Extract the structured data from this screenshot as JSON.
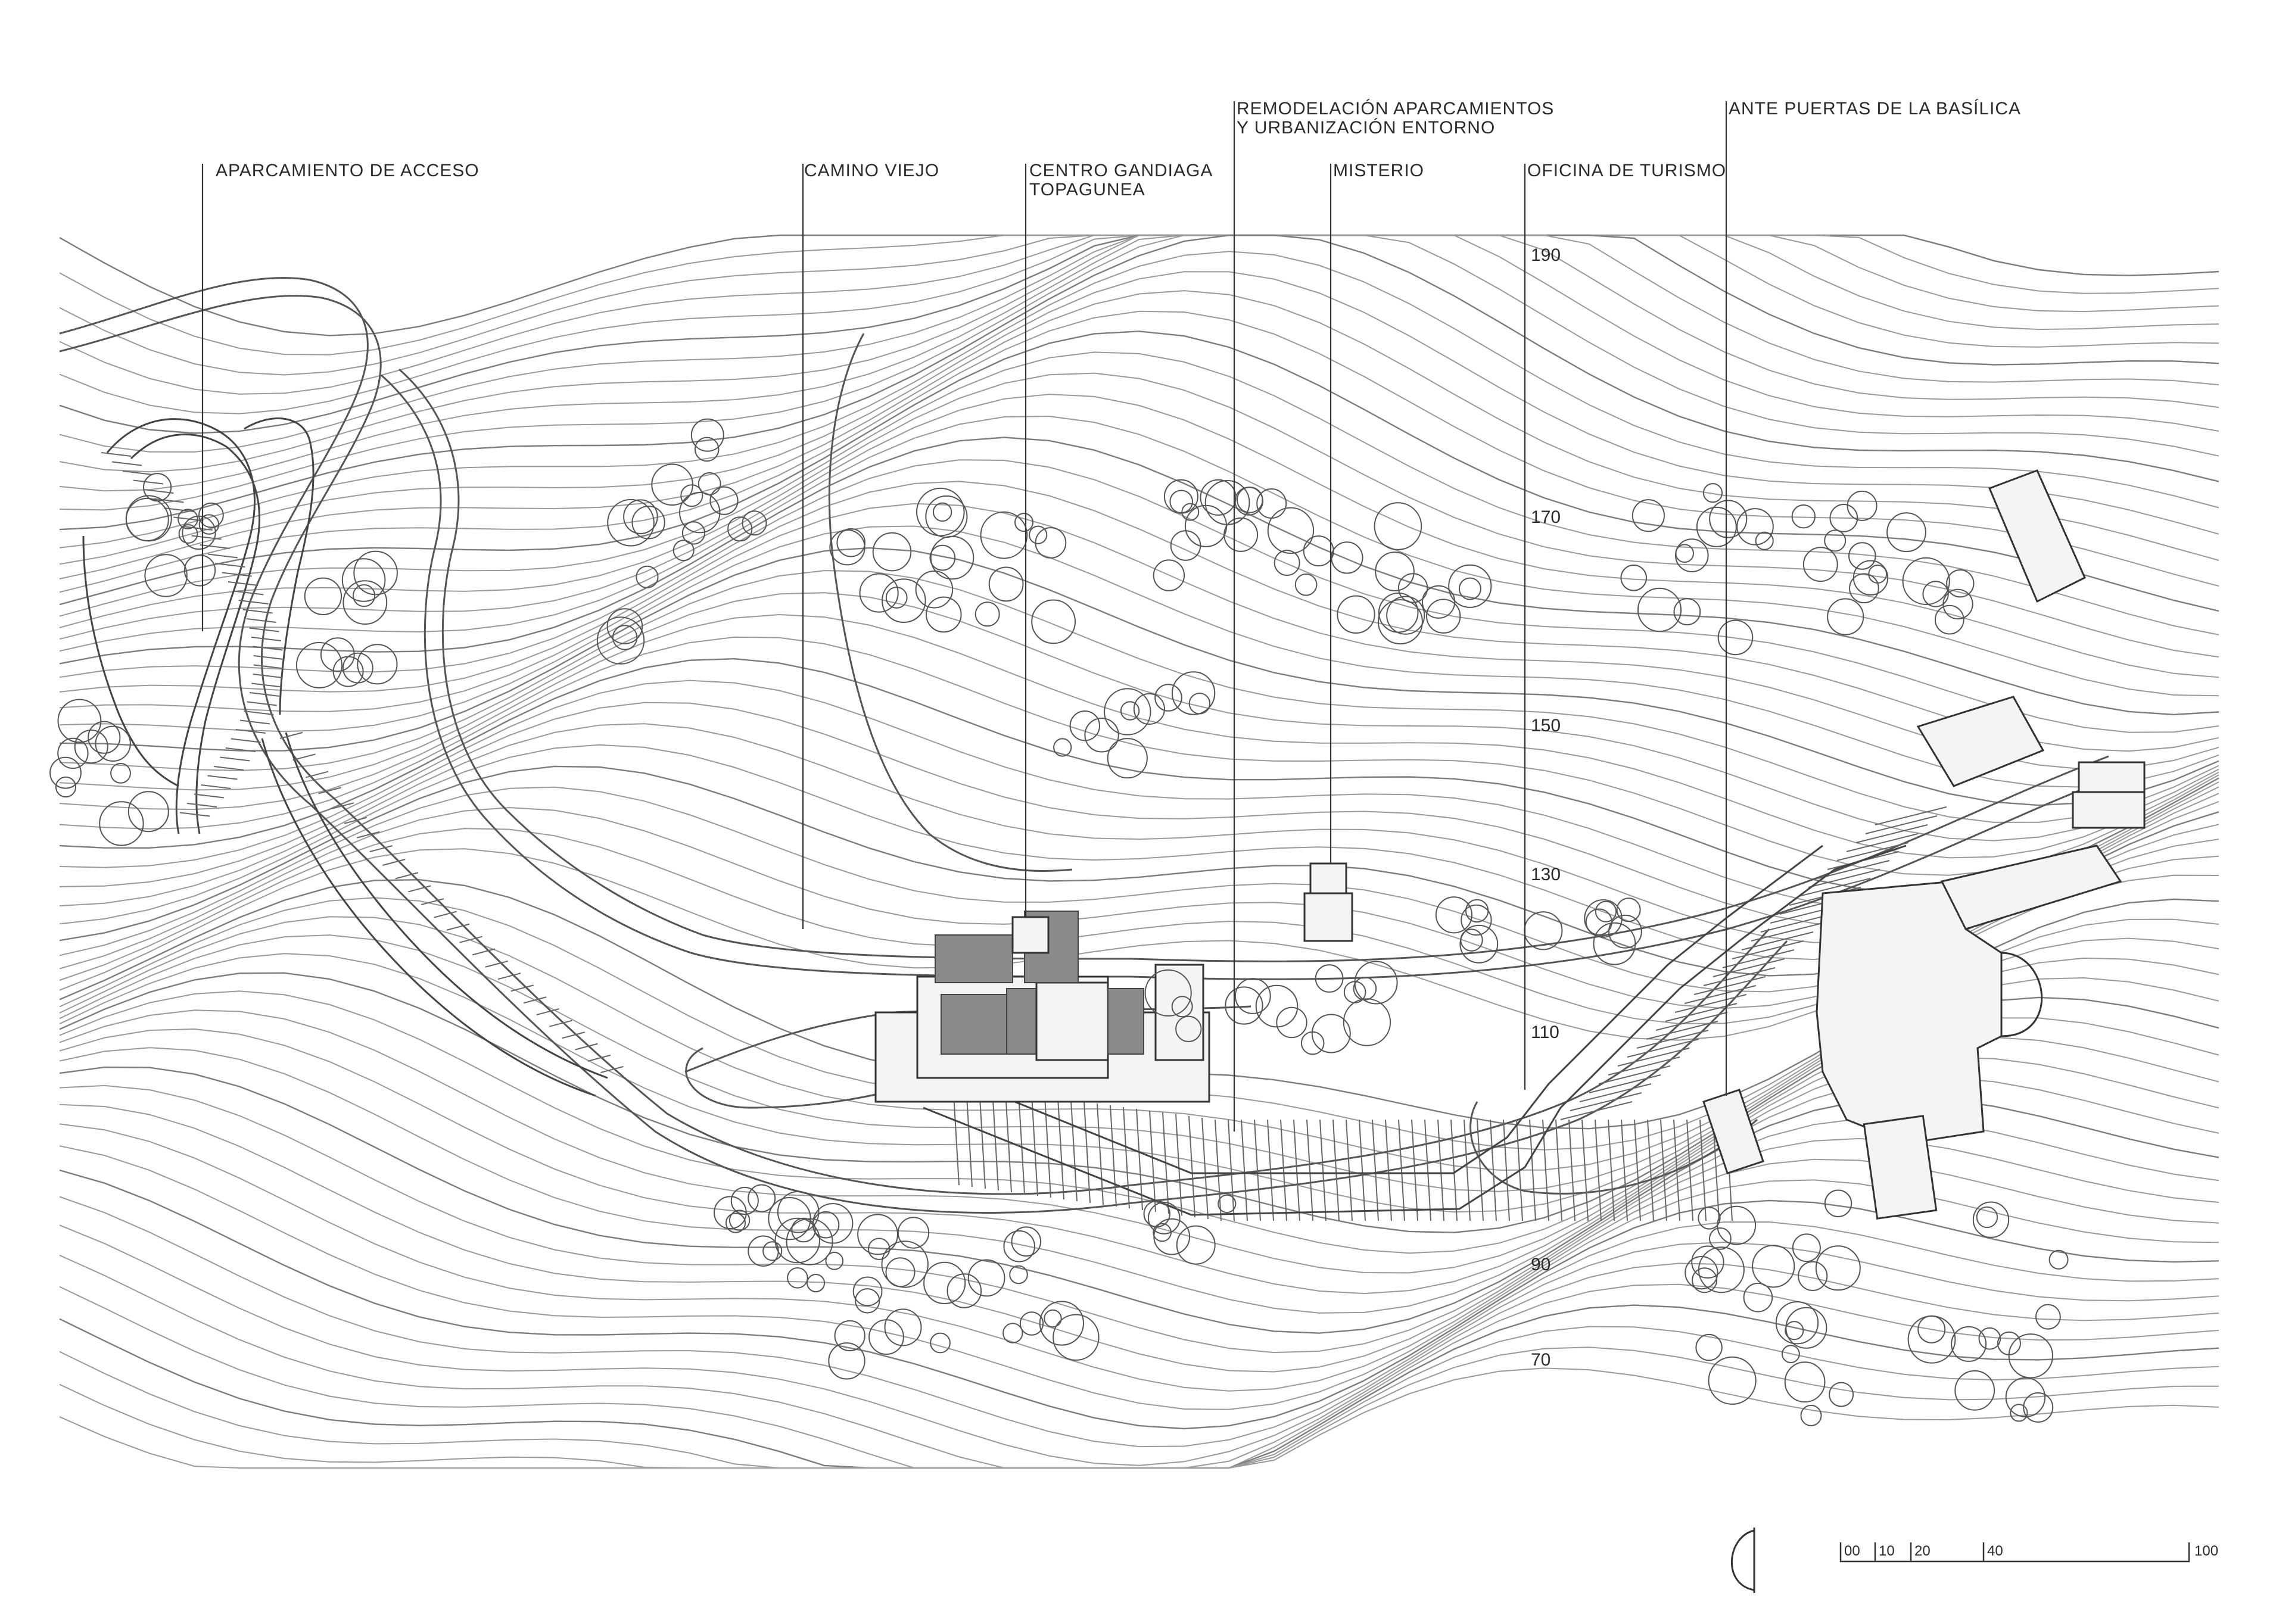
{
  "labels": {
    "aparcamiento_acceso": "APARCAMIENTO DE ACCESO",
    "camino_viejo": "CAMINO VIEJO",
    "centro_line1": "CENTRO GANDIAGA",
    "centro_line2": "TOPAGUNEA",
    "remodelacion_line1": "REMODELACIÓN APARCAMIENTOS",
    "remodelacion_line2": "Y URBANIZACIÓN ENTORNO",
    "misterio": "MISTERIO",
    "oficina_turismo": "OFICINA DE TURISMO",
    "ante_puertas": "ANTE PUERTAS DE LA BASÍLICA"
  },
  "elevations": [
    "190",
    "170",
    "150",
    "130",
    "110",
    "90",
    "70"
  ],
  "scale_bar": {
    "ticks": [
      "00",
      "10",
      "20",
      "40",
      "100"
    ]
  },
  "icons": {
    "north_arrow": "north-arrow-icon"
  }
}
